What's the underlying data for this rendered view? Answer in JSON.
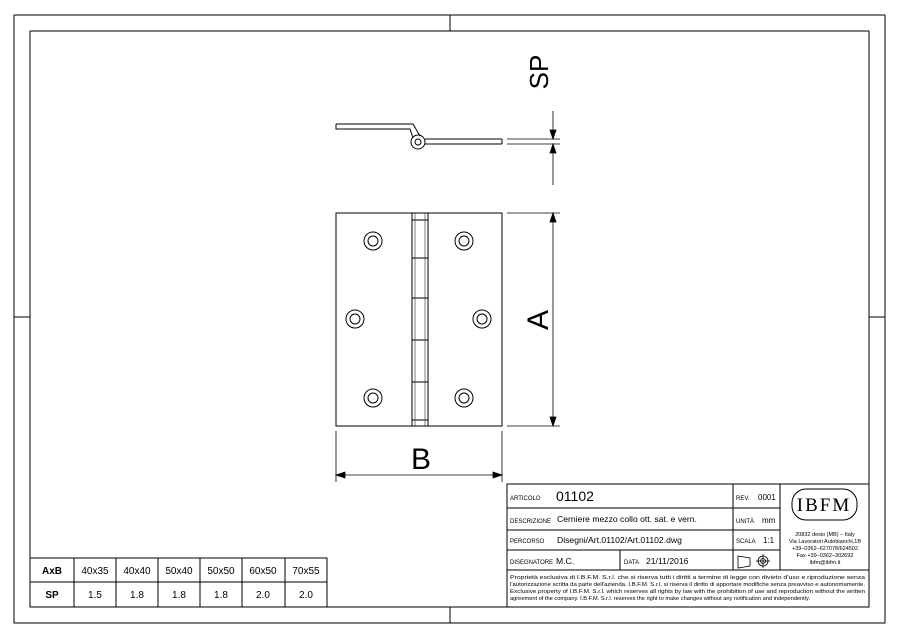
{
  "dimensions": {
    "sp": "SP",
    "a": "A",
    "b": "B"
  },
  "size_table": {
    "row1_header": "AxB",
    "row2_header": "SP",
    "sizes": [
      "40x35",
      "40x40",
      "50x40",
      "50x50",
      "60x50",
      "70x55"
    ],
    "sp_values": [
      "1.5",
      "1.8",
      "1.8",
      "1.8",
      "2.0",
      "2.0"
    ]
  },
  "title_block": {
    "articolo_label": "ARTICOLO",
    "articolo_value": "01102",
    "rev_label": "REV.",
    "rev_value": "0001",
    "descrizione_label": "DESCRIZIONE",
    "descrizione_value": "Cerniere mezzo collo ott. sat. e vern.",
    "unita_label": "UNITÀ",
    "unita_value": "mm",
    "percorso_label": "PERCORSO",
    "percorso_value": "Disegni/Art.01102/Art.01102.dwg",
    "scala_label": "SCALA",
    "scala_value": "1:1",
    "disegnatore_label": "DISEGNATORE",
    "disegnatore_value": "M.C.",
    "data_label": "DATA",
    "data_value": "21/11/2016",
    "logo_text": "IBFM",
    "address": [
      "20832 desio (MB) – Italy",
      "Via Lavoratori Autobianchi,1B",
      "+39–0362–627078/624502",
      "Fax +39–0362–302692",
      "ibfm@ibfm.it"
    ],
    "legal_text": [
      "Proprietà esclusiva di I.B.F.M. S.r.l. che si riserva tutti i diritti a termine di legge con divieto d'uso e riproduzione senza",
      "l'autorizzazione scritta da parte dell'azienda. I.B.F.M. S.r.l. si riserva il diritto di apportare modifiche senza preavviso e autonomamente.",
      "Exclusive property of I.B.F.M. S.r.l. which reserves all rights by law with the prohibition of use and reproduction without the written",
      "agreement of the company. I.B.F.M. S.r.l. reserves the right to make changes without any notification and independently."
    ]
  }
}
